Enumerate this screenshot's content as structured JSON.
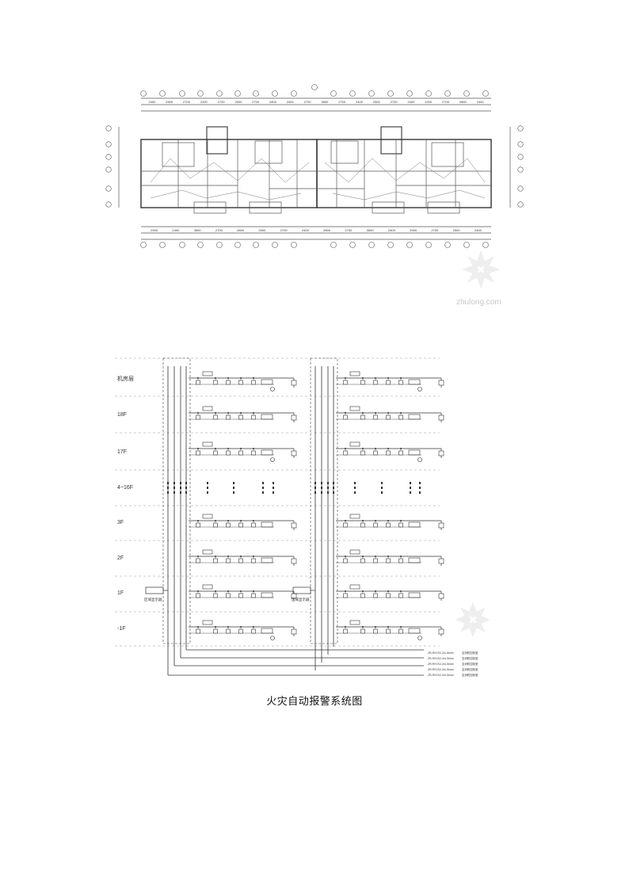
{
  "floor_plan": {
    "dimensions_top": [
      "2400",
      "2900",
      "2700",
      "2200",
      "2700",
      "2500",
      "2700",
      "2800",
      "2900",
      "2700",
      "3500",
      "2700",
      "2400",
      "2500",
      "2700",
      "2400",
      "2200",
      "2700",
      "2800",
      "2400"
    ],
    "dimensions_bottom": [
      "2900",
      "2400",
      "3500",
      "2700",
      "2800",
      "2500",
      "2700",
      "2400",
      "2800",
      "2700",
      "3500",
      "2400",
      "2900",
      "2700",
      "2500",
      "2400"
    ]
  },
  "system_diagram": {
    "floors": [
      "机房层",
      "18F",
      "17F",
      "4~16F",
      "3F",
      "2F",
      "1F",
      "-1F"
    ],
    "area_display_label": "区域显示器",
    "feeder_labels": [
      {
        "cable": "ZR-RVVS2-2x1.5mm²",
        "note": "至消防控制室"
      },
      {
        "cable": "ZR-RVVS2-2x1.5mm²",
        "note": "至消防控制室"
      },
      {
        "cable": "ZR-RVVS2-2x1.5mm²",
        "note": "至消防控制室"
      },
      {
        "cable": "ZR-RVVS2-2x1.5mm²",
        "note": "至消防控制室"
      },
      {
        "cable": "ZR-RVVS2-2x1.5mm²",
        "note": "至消防控制室"
      }
    ]
  },
  "caption": "火灾自动报警系统图",
  "watermark": "zhulong.com"
}
